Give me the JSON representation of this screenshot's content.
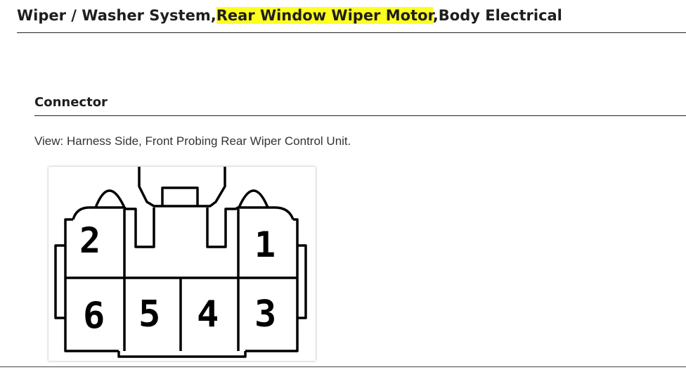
{
  "breadcrumb": {
    "part1": "Wiper / Washer System,",
    "highlight": "Rear Window Wiper Motor",
    "part2": ",Body Electrical"
  },
  "section": {
    "title": "Connector",
    "view_text": "View: Harness Side, Front Probing Rear Wiper Control Unit."
  },
  "connector": {
    "pins_top": [
      "2",
      "1"
    ],
    "pins_bottom": [
      "6",
      "5",
      "4",
      "3"
    ]
  }
}
